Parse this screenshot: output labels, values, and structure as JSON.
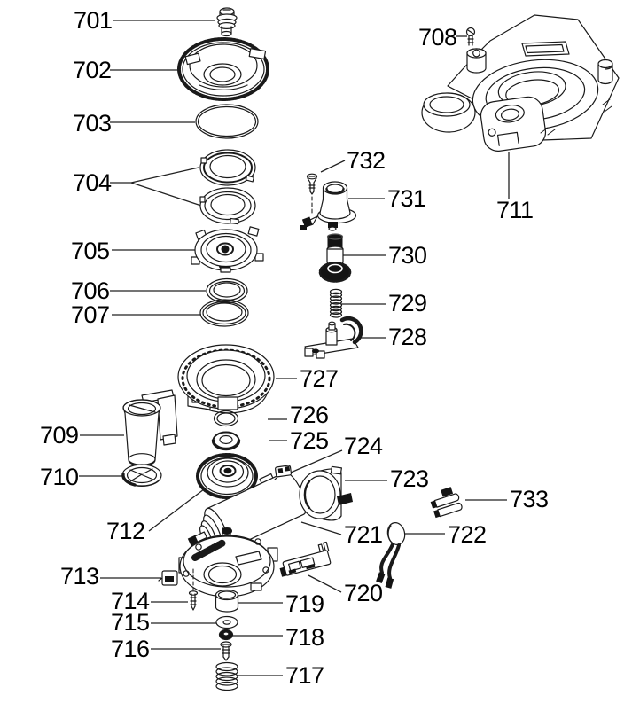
{
  "diagram": {
    "type": "exploded-parts-diagram",
    "background_color": "#ffffff",
    "line_color": "#1a1a1a",
    "label_color": "#000000"
  },
  "parts": [
    {
      "id": "701",
      "label": "701"
    },
    {
      "id": "702",
      "label": "702"
    },
    {
      "id": "703",
      "label": "703"
    },
    {
      "id": "704",
      "label": "704"
    },
    {
      "id": "705",
      "label": "705"
    },
    {
      "id": "706",
      "label": "706"
    },
    {
      "id": "707",
      "label": "707"
    },
    {
      "id": "708",
      "label": "708"
    },
    {
      "id": "709",
      "label": "709"
    },
    {
      "id": "710",
      "label": "710"
    },
    {
      "id": "711",
      "label": "711"
    },
    {
      "id": "712",
      "label": "712"
    },
    {
      "id": "713",
      "label": "713"
    },
    {
      "id": "714",
      "label": "714"
    },
    {
      "id": "715",
      "label": "715"
    },
    {
      "id": "716",
      "label": "716"
    },
    {
      "id": "717",
      "label": "717"
    },
    {
      "id": "718",
      "label": "718"
    },
    {
      "id": "719",
      "label": "719"
    },
    {
      "id": "720",
      "label": "720"
    },
    {
      "id": "721",
      "label": "721"
    },
    {
      "id": "722",
      "label": "722"
    },
    {
      "id": "723",
      "label": "723"
    },
    {
      "id": "724",
      "label": "724"
    },
    {
      "id": "725",
      "label": "725"
    },
    {
      "id": "726",
      "label": "726"
    },
    {
      "id": "727",
      "label": "727"
    },
    {
      "id": "728",
      "label": "728"
    },
    {
      "id": "729",
      "label": "729"
    },
    {
      "id": "730",
      "label": "730"
    },
    {
      "id": "731",
      "label": "731"
    },
    {
      "id": "732",
      "label": "732"
    },
    {
      "id": "733",
      "label": "733"
    }
  ]
}
